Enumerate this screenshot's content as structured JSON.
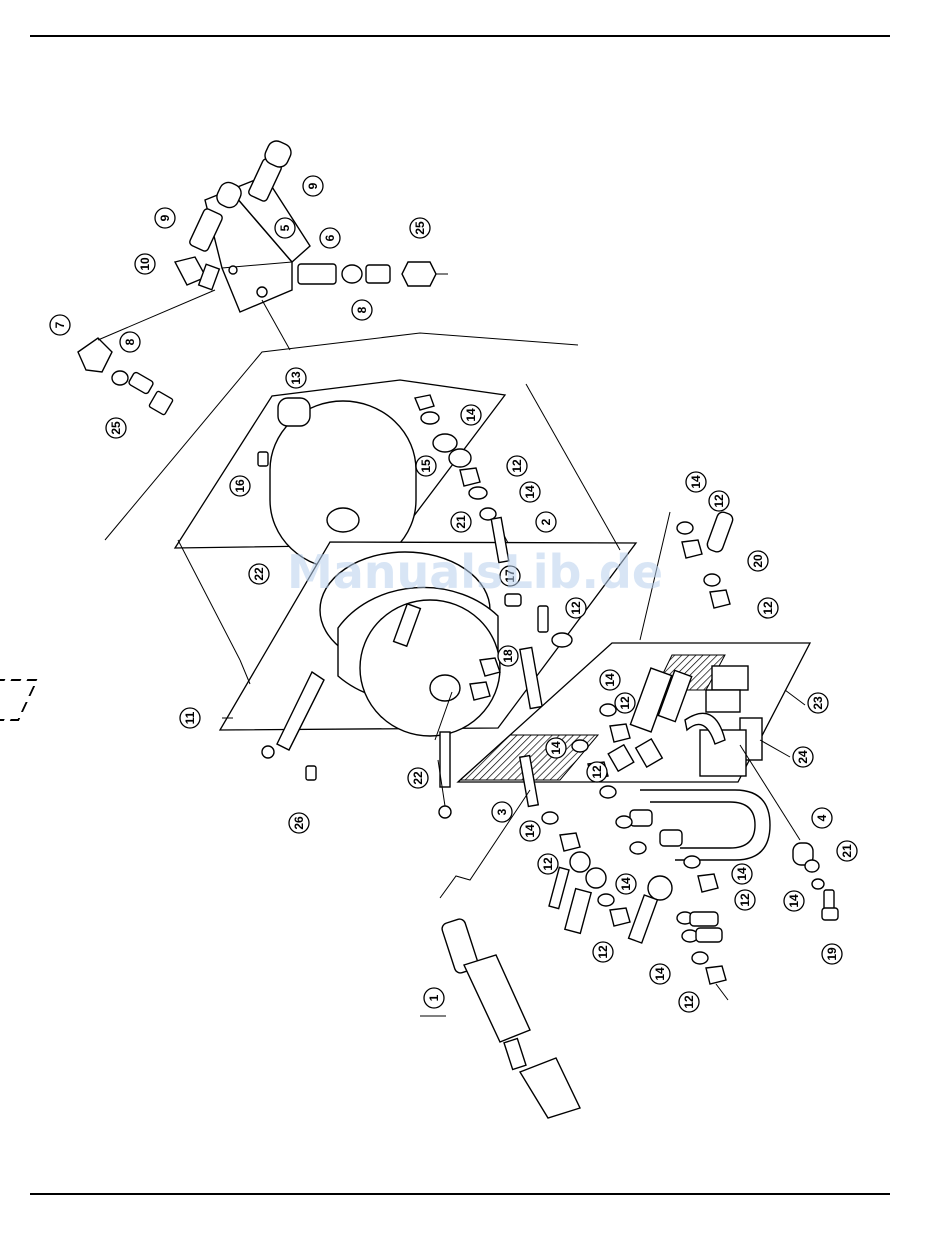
{
  "watermark": "ManualsLib.de",
  "callouts": [
    {
      "label": "9"
    },
    {
      "label": "9"
    },
    {
      "label": "5"
    },
    {
      "label": "6"
    },
    {
      "label": "25"
    },
    {
      "label": "10"
    },
    {
      "label": "8"
    },
    {
      "label": "7"
    },
    {
      "label": "8"
    },
    {
      "label": "25"
    },
    {
      "label": "13"
    },
    {
      "label": "14"
    },
    {
      "label": "15"
    },
    {
      "label": "12"
    },
    {
      "label": "14"
    },
    {
      "label": "16"
    },
    {
      "label": "21"
    },
    {
      "label": "2"
    },
    {
      "label": "22"
    },
    {
      "label": "14"
    },
    {
      "label": "12"
    },
    {
      "label": "20"
    },
    {
      "label": "12"
    },
    {
      "label": "17"
    },
    {
      "label": "12"
    },
    {
      "label": "18"
    },
    {
      "label": "23"
    },
    {
      "label": "11"
    },
    {
      "label": "14"
    },
    {
      "label": "12"
    },
    {
      "label": "24"
    },
    {
      "label": "14"
    },
    {
      "label": "22"
    },
    {
      "label": "12"
    },
    {
      "label": "26"
    },
    {
      "label": "3"
    },
    {
      "label": "14"
    },
    {
      "label": "4"
    },
    {
      "label": "21"
    },
    {
      "label": "12"
    },
    {
      "label": "14"
    },
    {
      "label": "12"
    },
    {
      "label": "14"
    },
    {
      "label": "14"
    },
    {
      "label": "19"
    },
    {
      "label": "12"
    },
    {
      "label": "14"
    },
    {
      "label": "12"
    },
    {
      "label": "1"
    }
  ]
}
